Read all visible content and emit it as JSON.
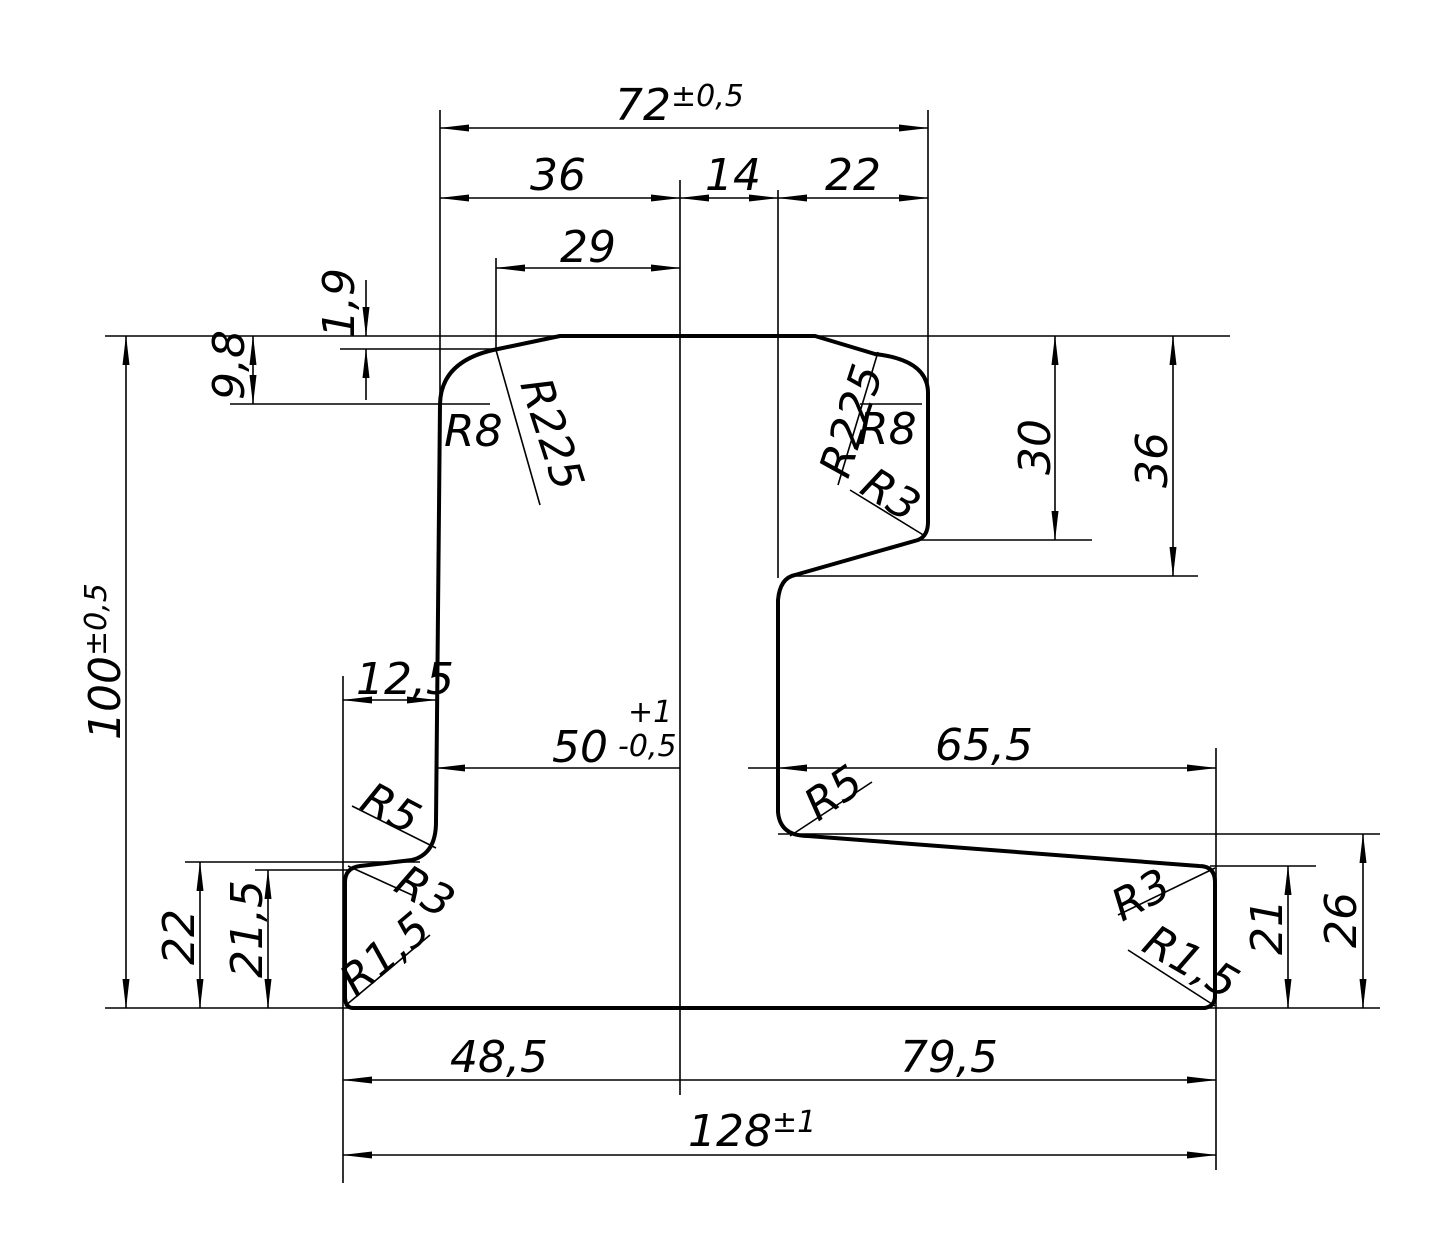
{
  "labels": {
    "d72": "72",
    "d72_tol": "±0,5",
    "d36_top": "36",
    "d14": "14",
    "d22_top": "22",
    "d29": "29",
    "d1_9": "1,9",
    "d9_8": "9,8",
    "r8_left": "R8",
    "r225_left": "R225",
    "r225_right": "R225",
    "r8_right": "R8",
    "r3_right_top": "R3",
    "d30": "30",
    "d36_right": "36",
    "d100": "100",
    "d100_tol": "±0,5",
    "d12_5": "12,5",
    "d50": "50",
    "d50_tol_plus": "+1",
    "d50_tol_minus": "-0,5",
    "d65_5": "65,5",
    "r5_left": "R5",
    "r5_right": "R5",
    "r3_left": "R3",
    "r1_5_left": "R1,5",
    "r3_right_bottom": "R3",
    "r1_5_right": "R1,5",
    "d22_left": "22",
    "d21_5": "21,5",
    "d21": "21",
    "d26": "26",
    "d48_5": "48,5",
    "d79_5": "79,5",
    "d128": "128",
    "d128_tol": "±1"
  }
}
